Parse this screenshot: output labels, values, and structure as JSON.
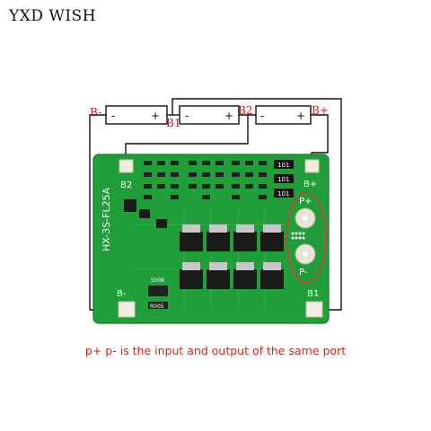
{
  "brand": {
    "text": "YXD WISH"
  },
  "wiring_labels": {
    "b_minus": "B-",
    "b1": "B1",
    "b2": "B2",
    "b_plus": "B+"
  },
  "cells": [
    {
      "neg": "-",
      "pos": "+"
    },
    {
      "neg": "-",
      "pos": "+"
    },
    {
      "neg": "-",
      "pos": "+"
    }
  ],
  "board": {
    "model": "HX-3S-FL25A",
    "pad_b2": "B2",
    "pad_b_plus": "B+",
    "pad_b_minus": "B-",
    "pad_b1": "B1",
    "pad_p_plus": "P+",
    "pad_p_minus": "P-",
    "resistor_code": "101",
    "shunt_top": "500K",
    "shunt_bottom": "R005",
    "board_color": "#1f9e3a",
    "highlight_color": "#d63a3a"
  },
  "caption": {
    "text": "p+ p- is the input and output of the same port"
  }
}
